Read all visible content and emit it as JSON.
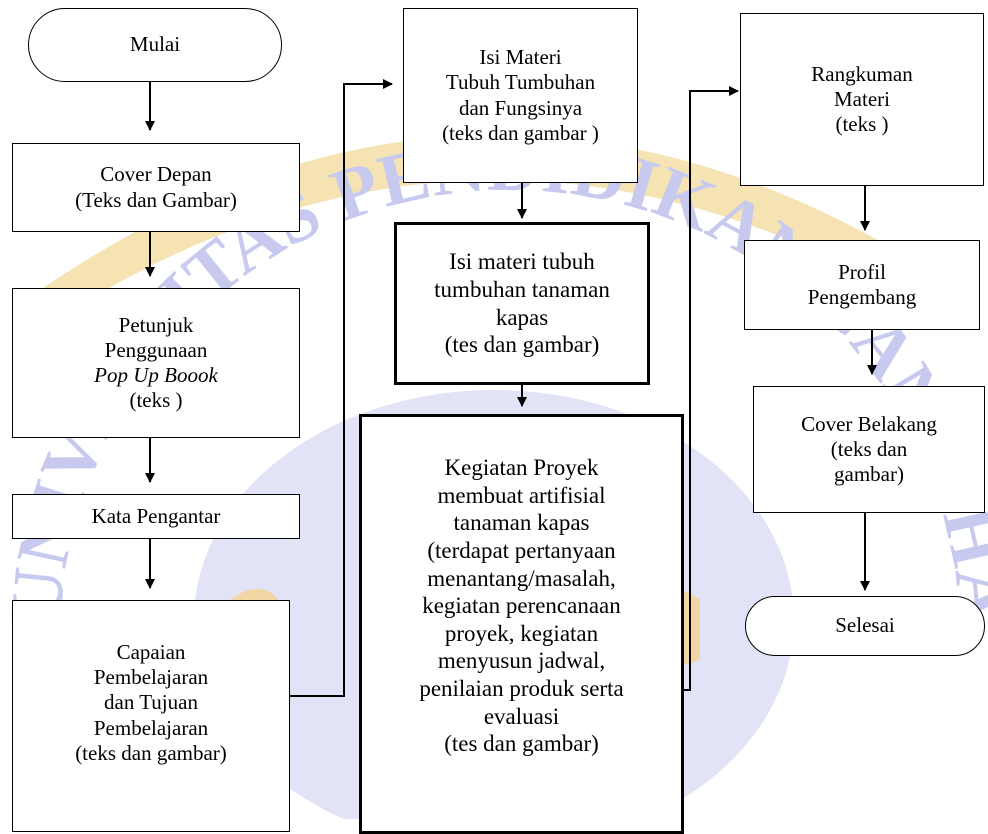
{
  "watermark": {
    "text": "UNIVERSITAS PENDIDIKAN GANESHA",
    "visible_text": [
      "UNIVERSITAS PE",
      "AN GANESHA"
    ],
    "colors": {
      "arch": "#f6e3b4",
      "emblem": "#bfc0e6",
      "text": "#c8c9ee",
      "bird": "#f2d6a4"
    }
  },
  "nodes": {
    "mulai": {
      "lines": [
        "Mulai"
      ]
    },
    "cover_depan": {
      "lines": [
        "Cover Depan",
        "(Teks dan Gambar)"
      ]
    },
    "petunjuk": {
      "line1": "Petunjuk",
      "line2": "Penggunaan",
      "line3": "Pop Up Boook",
      "line4": "(teks )"
    },
    "kata_pengantar": {
      "lines": [
        "Kata Pengantar"
      ]
    },
    "capaian": {
      "lines": [
        "Capaian",
        "Pembelajaran",
        "dan Tujuan",
        "Pembelajaran",
        "(teks dan gambar)"
      ]
    },
    "isi_materi": {
      "lines": [
        "Isi Materi",
        "Tubuh Tumbuhan",
        "dan Fungsinya",
        "(teks dan gambar )"
      ]
    },
    "isi_kapas": {
      "lines": [
        "Isi materi tubuh",
        "tumbuhan tanaman",
        "kapas",
        "(tes dan gambar)"
      ]
    },
    "kegiatan": {
      "lines": [
        "Kegiatan Proyek",
        "membuat artifisial",
        "tanaman kapas",
        "(terdapat pertanyaan",
        "menantang/masalah,",
        "kegiatan perencanaan",
        "proyek, kegiatan",
        "menyusun jadwal,",
        "penilaian produk serta",
        "evaluasi",
        "(tes dan gambar)"
      ]
    },
    "rangkuman": {
      "lines": [
        "Rangkuman",
        "Materi",
        "(teks )"
      ]
    },
    "profil": {
      "lines": [
        "Profil",
        "Pengembang"
      ]
    },
    "cover_belakang": {
      "lines": [
        "Cover Belakang",
        "(teks  dan",
        "gambar)"
      ]
    },
    "selesai": {
      "lines": [
        "Selesai"
      ]
    }
  }
}
